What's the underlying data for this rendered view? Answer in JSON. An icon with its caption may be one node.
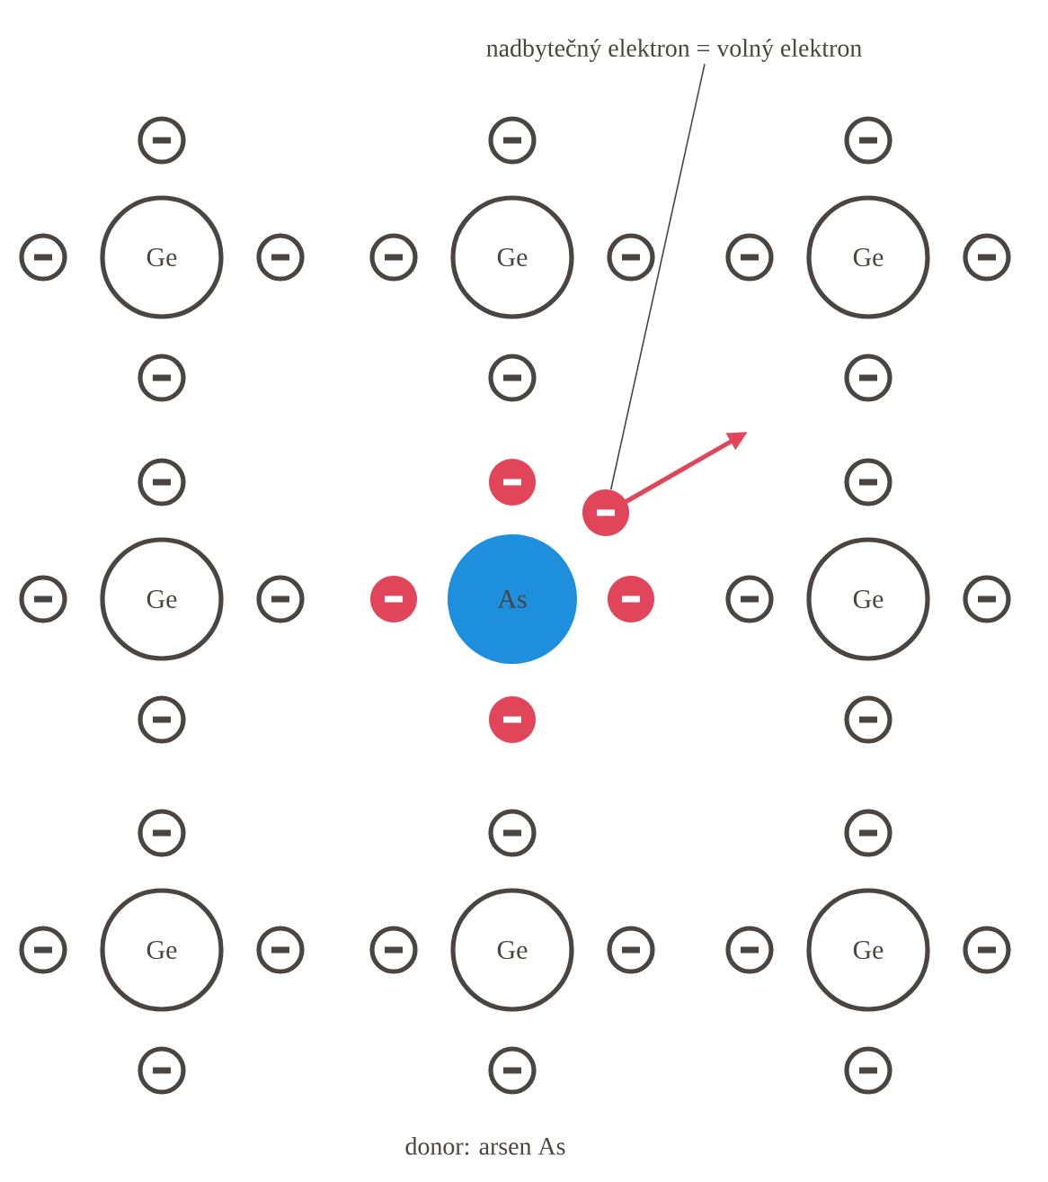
{
  "diagram": {
    "caption": "donor: arsen As",
    "nodes": [
      {
        "text": [
          "nadbytečný elektron = volný elektron"
        ]
      },
      {
        "text": [
          "Ge"
        ]
      },
      {
        "text": [
          "Ge"
        ]
      },
      {
        "text": [
          "Ge"
        ]
      },
      {
        "text": [
          "Ge"
        ]
      },
      {
        "text": [
          "As"
        ]
      },
      {
        "text": [
          "Ge"
        ]
      },
      {
        "text": [
          "Ge"
        ]
      },
      {
        "text": [
          "Ge"
        ]
      },
      {
        "text": [
          "Ge"
        ]
      },
      {
        "text": [],
        "shape": "circle"
      }
    ],
    "edges": [
      {
        "from": 0,
        "to": 10,
        "arrow": "none"
      }
    ]
  }
}
